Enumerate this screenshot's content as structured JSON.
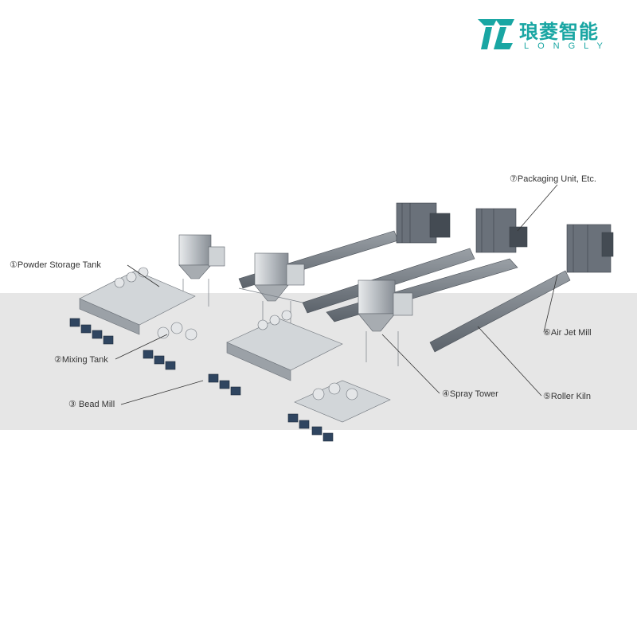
{
  "logo": {
    "brand_cn": "琅菱智能",
    "brand_en": "LONGLY",
    "accent_color": "#19a6a3"
  },
  "labels": {
    "powder_storage_tank": "①Powder Storage Tank",
    "mixing_tank": "②Mixing Tank",
    "bead_mill": "③ Bead Mill",
    "spray_tower": "④Spray Tower",
    "roller_kiln": "⑤Roller Kiln",
    "air_jet_mill": "⑥Air Jet Mill",
    "packaging_unit": "⑦Packaging Unit, Etc."
  },
  "colors": {
    "band": "#e6e6e6",
    "equipment_dark": "#3f4650",
    "equipment_mid": "#7d848c",
    "equipment_light": "#c4c8cc",
    "leader_line": "#333333"
  }
}
